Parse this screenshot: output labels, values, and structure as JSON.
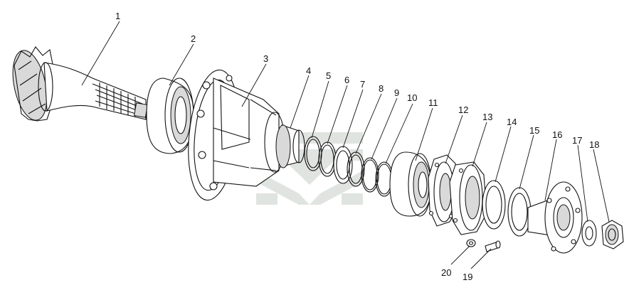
{
  "diagram": {
    "callouts": [
      {
        "id": "1",
        "label": "1"
      },
      {
        "id": "2",
        "label": "2"
      },
      {
        "id": "3",
        "label": "3"
      },
      {
        "id": "4",
        "label": "4"
      },
      {
        "id": "5",
        "label": "5"
      },
      {
        "id": "6",
        "label": "6"
      },
      {
        "id": "7",
        "label": "7"
      },
      {
        "id": "8",
        "label": "8"
      },
      {
        "id": "9",
        "label": "9"
      },
      {
        "id": "10",
        "label": "10"
      },
      {
        "id": "11",
        "label": "11"
      },
      {
        "id": "12",
        "label": "12"
      },
      {
        "id": "13",
        "label": "13"
      },
      {
        "id": "14",
        "label": "14"
      },
      {
        "id": "15",
        "label": "15"
      },
      {
        "id": "16",
        "label": "16"
      },
      {
        "id": "17",
        "label": "17"
      },
      {
        "id": "18",
        "label": "18"
      },
      {
        "id": "19",
        "label": "19"
      },
      {
        "id": "20",
        "label": "20"
      }
    ],
    "colors": {
      "ink": "#111111",
      "watermark": "#c8cfc8",
      "background": "#ffffff"
    },
    "watermark_icon": "chevron-emblem-watermark"
  }
}
